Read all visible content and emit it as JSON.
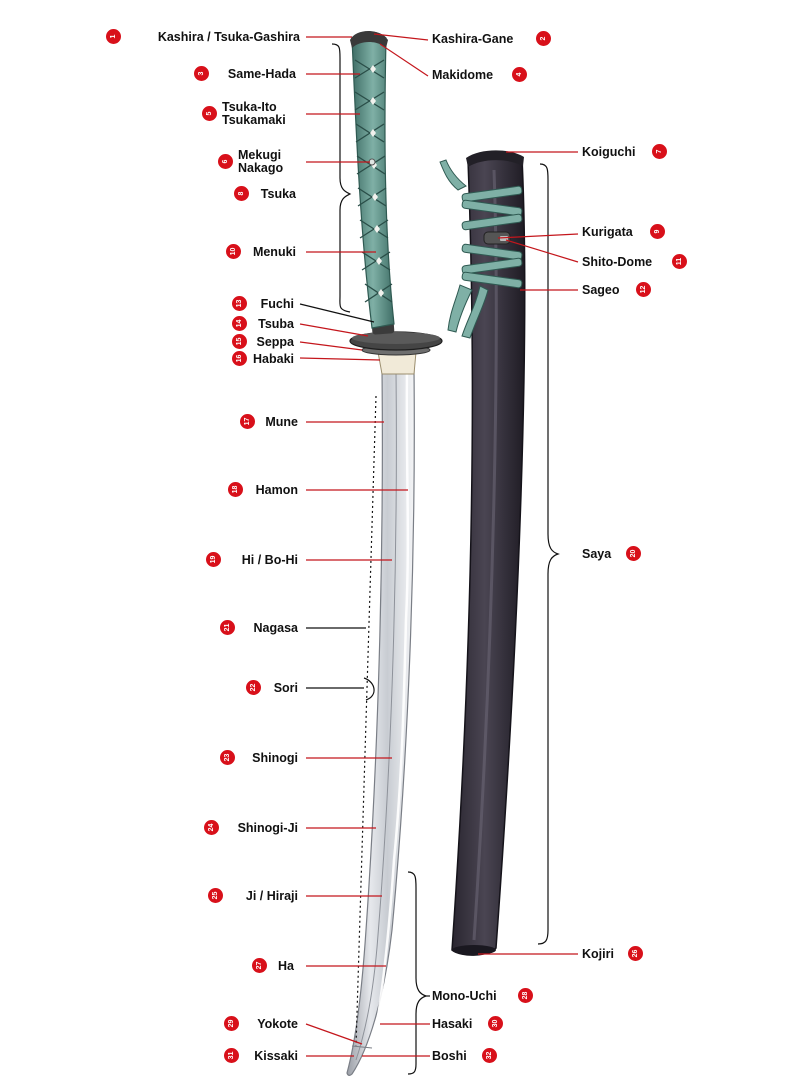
{
  "colors": {
    "badge": "#d8101a",
    "leader": "#c4161c",
    "wrap": "#5e8f86",
    "wrap_dark": "#2f5a52",
    "saya": "#3a3540",
    "blade": "#d6d8dc",
    "guard": "#3a3a3a"
  },
  "labels": {
    "kashira": {
      "num": "1",
      "text": "Kashira / Tsuka-Gashira"
    },
    "kashira_gane": {
      "num": "2",
      "text": "Kashira-Gane"
    },
    "same_hada": {
      "num": "3",
      "text": "Same-Hada"
    },
    "makidome": {
      "num": "4",
      "text": "Makidome"
    },
    "tsuka_ito": {
      "num": "5",
      "text": "Tsuka-Ito",
      "text2": "Tsukamaki"
    },
    "mekugi": {
      "num": "6",
      "text": "Mekugi",
      "text2": "Nakago"
    },
    "koiguchi": {
      "num": "7",
      "text": "Koiguchi"
    },
    "tsuka": {
      "num": "8",
      "text": "Tsuka"
    },
    "kurigata": {
      "num": "9",
      "text": "Kurigata"
    },
    "menuki": {
      "num": "10",
      "text": "Menuki"
    },
    "shito_dome": {
      "num": "11",
      "text": "Shito-Dome"
    },
    "sageo": {
      "num": "12",
      "text": "Sageo"
    },
    "fuchi": {
      "num": "13",
      "text": "Fuchi"
    },
    "tsuba": {
      "num": "14",
      "text": "Tsuba"
    },
    "seppa": {
      "num": "15",
      "text": "Seppa"
    },
    "habaki": {
      "num": "16",
      "text": "Habaki"
    },
    "mune": {
      "num": "17",
      "text": "Mune"
    },
    "hamon": {
      "num": "18",
      "text": "Hamon"
    },
    "hi": {
      "num": "19",
      "text": "Hi / Bo-Hi"
    },
    "saya": {
      "num": "20",
      "text": "Saya"
    },
    "nagasa": {
      "num": "21",
      "text": "Nagasa"
    },
    "sori": {
      "num": "22",
      "text": "Sori"
    },
    "shinogi": {
      "num": "23",
      "text": "Shinogi"
    },
    "shinogi_ji": {
      "num": "24",
      "text": "Shinogi-Ji"
    },
    "ji": {
      "num": "25",
      "text": "Ji / Hiraji"
    },
    "kojiri": {
      "num": "26",
      "text": "Kojiri"
    },
    "ha": {
      "num": "27",
      "text": "Ha"
    },
    "mono_uchi": {
      "num": "28",
      "text": "Mono-Uchi"
    },
    "yokote": {
      "num": "29",
      "text": "Yokote"
    },
    "hasaki": {
      "num": "30",
      "text": "Hasaki"
    },
    "kissaki": {
      "num": "31",
      "text": "Kissaki"
    },
    "boshi": {
      "num": "32",
      "text": "Boshi"
    }
  }
}
